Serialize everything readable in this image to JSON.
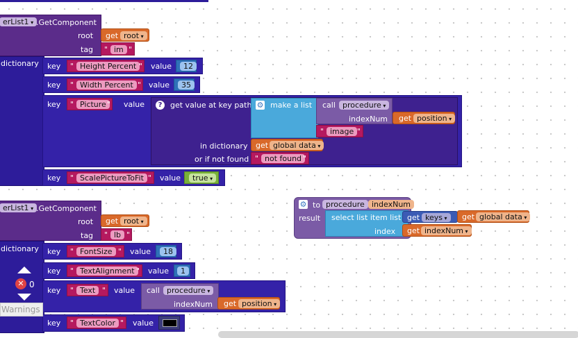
{
  "app": "MIT App Inventor Blocks Editor",
  "quote": "\"",
  "b1": {
    "component": "erList1",
    "method": ".GetComponent",
    "root_label": "root",
    "tag_label": "tag",
    "get": "get",
    "root_var": "root",
    "tag_value": "im",
    "dictionary_label": "dictionary",
    "key_label": "key",
    "value_label": "value",
    "pairs": [
      {
        "key": "Height Percent",
        "value": "12"
      },
      {
        "key": "Width Percent",
        "value": "35"
      },
      {
        "key": "Picture"
      },
      {
        "key": "ScalePictureToFit",
        "value": "true"
      }
    ],
    "gv_label": "get value at key path",
    "make_list_label": "make a list",
    "call_label": "call",
    "proc_name": "procedure",
    "indexnum_label": "indexNum",
    "position_var": "position",
    "image_text": "image",
    "in_dict_label": "in dictionary",
    "global_var": "global data",
    "not_found_label": "or if not found",
    "not_found_text": "not found"
  },
  "b2": {
    "component": "erList1",
    "method": ".GetComponent",
    "root_label": "root",
    "tag_label": "tag",
    "get": "get",
    "root_var": "root",
    "tag_value": "lb",
    "dictionary_label": "dictionary",
    "key_label": "key",
    "value_label": "value",
    "pairs": [
      {
        "key": "FontSize",
        "value": "18"
      },
      {
        "key": "TextAlignment",
        "value": "1"
      },
      {
        "key": "Text"
      },
      {
        "key": "TextColor"
      }
    ],
    "call_label": "call",
    "proc_name": "procedure",
    "indexnum_label": "indexNum",
    "position_var": "position",
    "text_color": "#000000"
  },
  "proc": {
    "to_label": "to",
    "name": "procedure",
    "param": "indexNum",
    "result_label": "result",
    "select_label": "select list item  list",
    "get": "get",
    "keys_var": "keys",
    "global_var": "global data",
    "index_label": "index",
    "indexnum_var": "indexNum"
  },
  "warnings": {
    "count": "0",
    "label": "Warnings"
  },
  "colors": {
    "component": "#5b2c8a",
    "dictionary": "#2d1c9a",
    "list": "#4aa9db",
    "procedure": "#7b5ba6",
    "get": "#d9692a",
    "text": "#b5195f",
    "number": "#2f71b8",
    "boolean": "#79b13a"
  }
}
